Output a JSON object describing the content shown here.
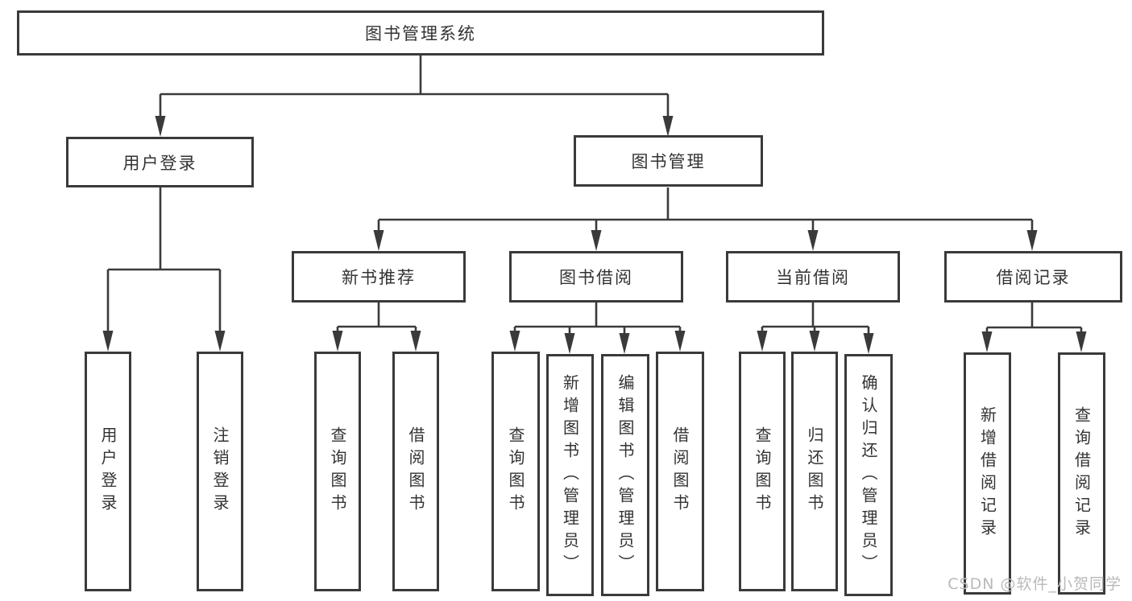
{
  "diagram": {
    "title": "图书管理系统",
    "watermark": "CSDN @软件_小贺同学",
    "colors": {
      "line": "#3a3a3a",
      "text": "#333333",
      "background": "#ffffff",
      "watermark": "#b9b9b9"
    },
    "nodes": {
      "root": {
        "label": "图书管理系统"
      },
      "user_login": {
        "label": "用户登录"
      },
      "book_management": {
        "label": "图书管理"
      },
      "new_book_recommend": {
        "label": "新书推荐"
      },
      "book_borrow": {
        "label": "图书借阅"
      },
      "current_borrow": {
        "label": "当前借阅"
      },
      "borrow_record": {
        "label": "借阅记录"
      },
      "leaf_user_login": {
        "label": "用户登录"
      },
      "leaf_logout": {
        "label": "注销登录"
      },
      "leaf_nb_query_book": {
        "label": "查询图书"
      },
      "leaf_nb_borrow_book": {
        "label": "借阅图书"
      },
      "leaf_bb_query_book": {
        "label": "查询图书"
      },
      "leaf_bb_add_book": {
        "label": "新增图书（管理员）"
      },
      "leaf_bb_edit_book": {
        "label": "编辑图书（管理员）"
      },
      "leaf_bb_borrow_book": {
        "label": "借阅图书"
      },
      "leaf_cb_query_book": {
        "label": "查询图书"
      },
      "leaf_cb_return_book": {
        "label": "归还图书"
      },
      "leaf_cb_confirm_return": {
        "label": "确认归还（管理员）"
      },
      "leaf_br_add_record": {
        "label": "新增借阅记录"
      },
      "leaf_br_query_record": {
        "label": "查询借阅记录"
      }
    }
  }
}
